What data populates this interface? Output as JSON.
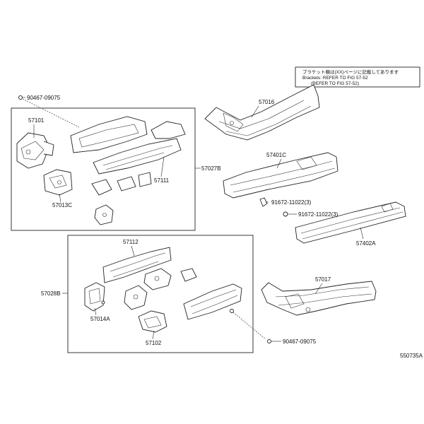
{
  "note": {
    "line1": "ブラケット類は(XX)ページに記載してあります",
    "line2": "Brackets: REFER TO FIG 57-52",
    "line3": "(REFER TO FIG 57-52)"
  },
  "labels": {
    "p57101": "57101",
    "p57013c": "57013C",
    "p90467_top": "90467-09075",
    "p57111": "57111",
    "p57027b": "57027B",
    "p57016": "57016",
    "p57401c": "57401C",
    "p91672_a": "91672-11022(3)",
    "p91672_b": "91672-11022(3)",
    "p57402a": "57402A",
    "p57112": "57112",
    "p57028b": "57028B",
    "p57014a": "57014A",
    "p57102": "57102",
    "p57017": "57017",
    "p90467_bot": "90467-09075",
    "ref": "550735A"
  }
}
